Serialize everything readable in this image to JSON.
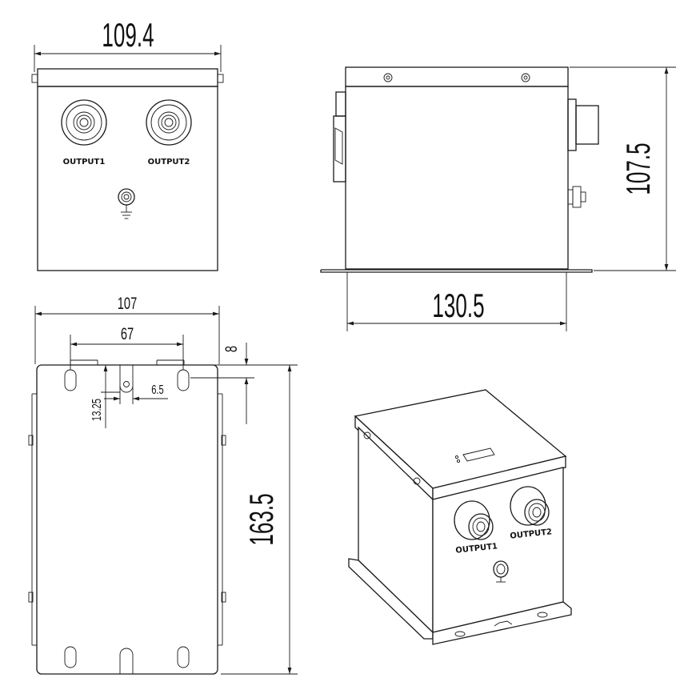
{
  "dimensions": {
    "front_width": "109.4",
    "side_height": "107.5",
    "side_depth": "130.5",
    "bottom_width": "107",
    "hole_spacing": "67",
    "slot_offset": "8",
    "slot_width": "6.5",
    "slot_depth": "13.25",
    "bottom_length": "163.5"
  },
  "labels": {
    "output1": "OUTPUT1",
    "output2": "OUTPUT2"
  }
}
